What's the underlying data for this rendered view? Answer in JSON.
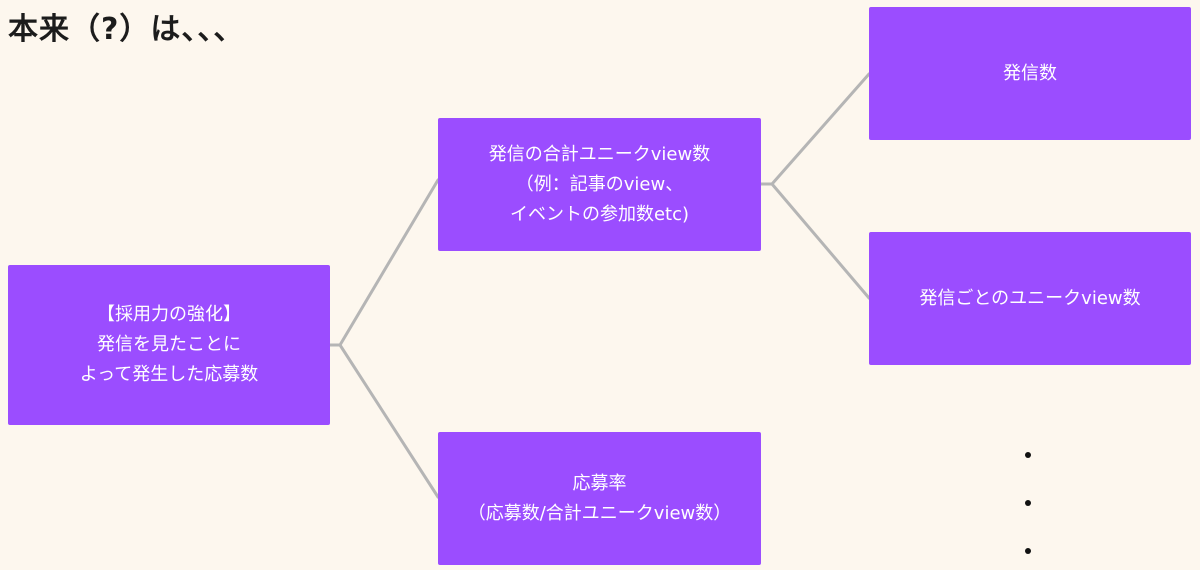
{
  "title": "本来（?）は、、、",
  "nodes": {
    "root": {
      "label": "【採用力の強化】\n発信を見たことに\nよって発生した応募数"
    },
    "total_unique_views": {
      "label": "発信の合計ユニークview数\n（例：記事のview、\nイベントの参加数etc)"
    },
    "application_rate": {
      "label": "応募率\n（応募数/合計ユニークview数）"
    },
    "post_count": {
      "label": "発信数"
    },
    "unique_views_per_post": {
      "label": "発信ごとのユニークview数"
    }
  },
  "colors": {
    "node_fill": "#9b4dff",
    "node_text": "#ffffff",
    "connector": "#b5b5b5",
    "background": "#fdf7ee",
    "dots": "#111111"
  }
}
